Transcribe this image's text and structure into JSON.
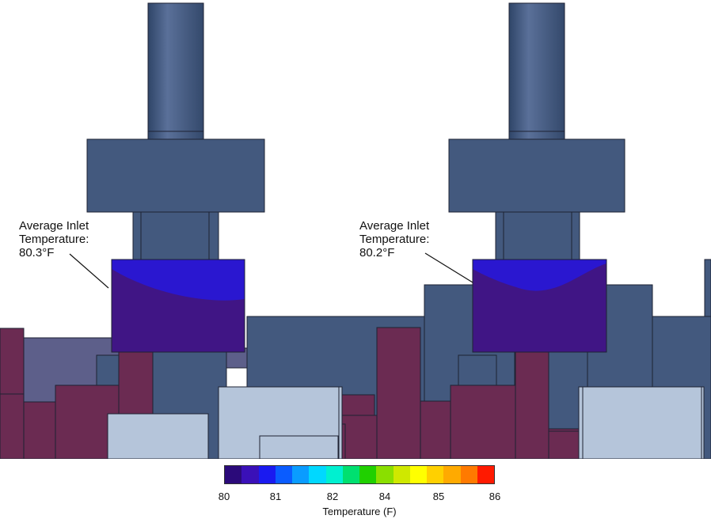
{
  "callouts": [
    {
      "line1": "Average Inlet",
      "line2": "Temperature:",
      "line3": "80.3°F"
    },
    {
      "line1": "Average Inlet",
      "line2": "Temperature:",
      "line3": "80.2°F"
    }
  ],
  "colorbar": {
    "label": "Temperature (F)",
    "ticks": [
      "80",
      "81",
      "82",
      "84",
      "85",
      "86"
    ],
    "colors": [
      "#2b0a7a",
      "#3a10b8",
      "#1a1af0",
      "#0a5cff",
      "#0a9cff",
      "#00d8ff",
      "#00f0d0",
      "#00e070",
      "#20d000",
      "#8adf00",
      "#cfe800",
      "#ffff00",
      "#ffd000",
      "#ffaa00",
      "#ff7a00",
      "#ff1a00"
    ]
  },
  "colors": {
    "equipment": "#43597e",
    "hot_block": "#6b2b52",
    "light_block": "#b5c5da",
    "inlet_fill": "#401585",
    "inlet_top": "#2a17d0"
  }
}
